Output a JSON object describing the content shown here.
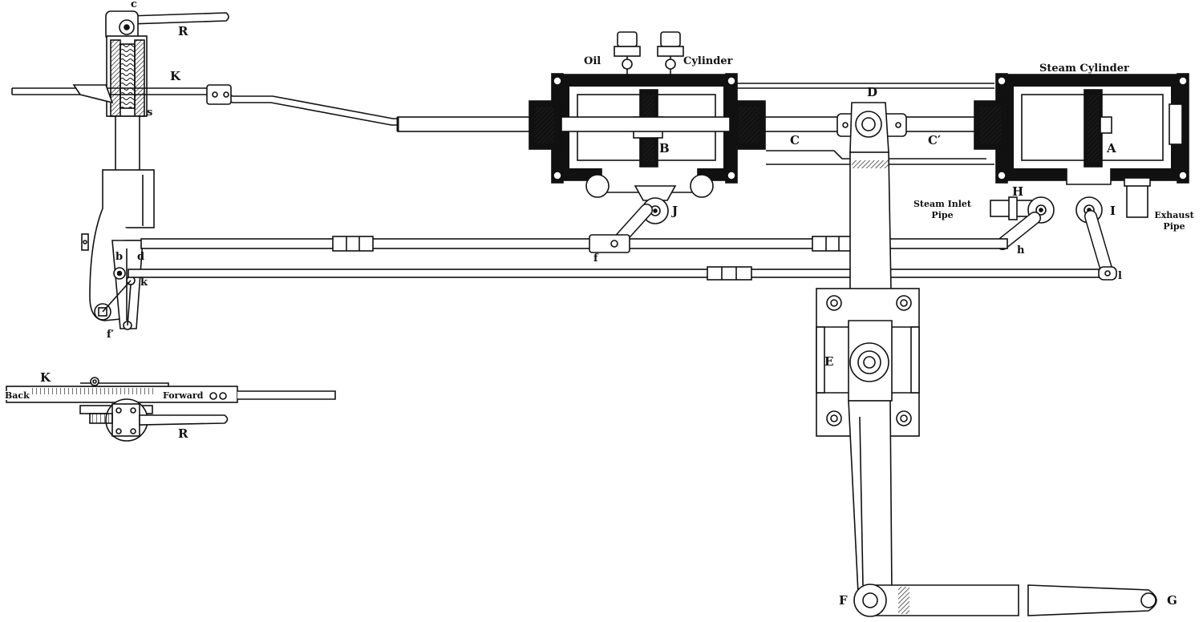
{
  "labels": {
    "R_top": "R",
    "c": "c",
    "K_top": "K",
    "s": "s",
    "oil": "Oil",
    "cylinder": "Cylinder",
    "steam_cylinder": "Steam Cylinder",
    "D": "D",
    "B": "B",
    "C": "C",
    "C_prime": "C′",
    "A": "A",
    "J": "J",
    "H": "H",
    "I": "I",
    "steam_inlet_1": "Steam Inlet",
    "steam_inlet_2": "Pipe",
    "exhaust_1": "Exhaust",
    "exhaust_2": "Pipe",
    "b": "b",
    "d": "d",
    "k": "k",
    "f": "f",
    "h": "h",
    "l": "l",
    "f_prime": "f′",
    "E": "E",
    "F": "F",
    "G": "G",
    "K_detail": "K",
    "back": "Back",
    "forward": "Forward",
    "R_detail": "R"
  },
  "colors": {
    "ink": "#111111",
    "paper": "#ffffff",
    "hatch": "#2a2a2a"
  }
}
